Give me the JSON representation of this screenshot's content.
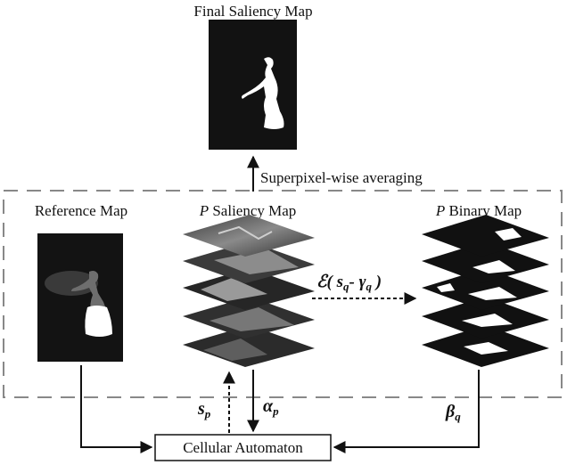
{
  "final_map": {
    "title": "Final Saliency Map"
  },
  "averaging": {
    "label": "Superpixel-wise averaging"
  },
  "reference": {
    "title": "Reference Map"
  },
  "saliency": {
    "title_var": "P",
    "title_rest": " Saliency Map"
  },
  "binary": {
    "title_var": "P",
    "title_rest": " Binary Map"
  },
  "threshold": {
    "func": "ℰ",
    "open": "( ",
    "s": "s",
    "s_sub": "q",
    "dash": "- ",
    "gamma": "γ",
    "gamma_sub": "q",
    "close": " )"
  },
  "edges": {
    "sp": {
      "base": "s",
      "sub": "p"
    },
    "alpha": {
      "base": "α",
      "sub": "p"
    },
    "beta": {
      "base": "β",
      "sub": "q"
    }
  },
  "automaton": {
    "label": "Cellular Automaton"
  },
  "colors": {
    "frame": "#888888",
    "map_bg": "#151515",
    "layer_dark": "#2a2a2a",
    "layer_light": "#9a9a9a",
    "white": "#ffffff"
  }
}
